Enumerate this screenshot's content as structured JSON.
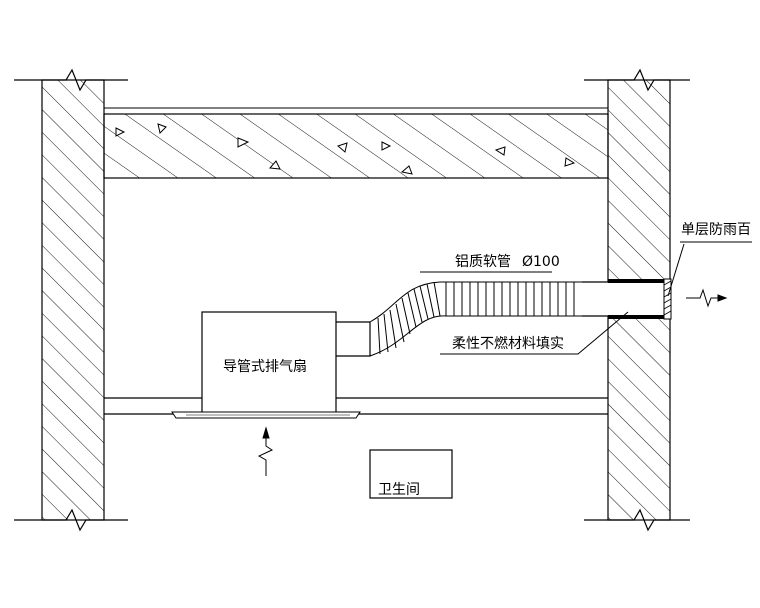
{
  "labels": {
    "flex_duct": "铝质软管",
    "diameter": "Ø100",
    "filler": "柔性不燃材料填实",
    "louver": "单层防雨百",
    "fan": "导管式排气扇",
    "room": "卫生间"
  },
  "colors": {
    "line": "#000000",
    "background": "#ffffff"
  }
}
